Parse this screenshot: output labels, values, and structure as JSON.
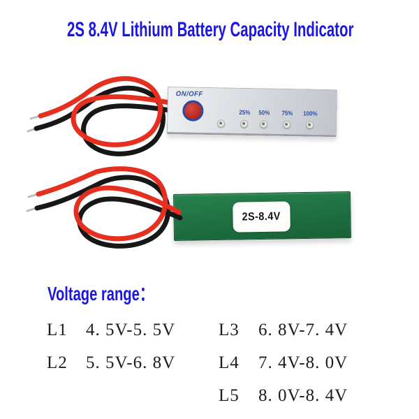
{
  "title": {
    "text": "2S 8.4V Lithium Battery Capacity Indicator"
  },
  "colors": {
    "title_blue": "#1b16e0",
    "board_label_blue": "#2b4fa0",
    "button_red": "#b5221d",
    "button_ring_blue": "#2b4a9b",
    "board_silver": "#d5d8dd",
    "pcb_green": "#1e6f40",
    "wire_red": "#e5301f",
    "wire_black": "#171717",
    "sticker_white": "#fdfdfc",
    "table_text": "#1c1c1c"
  },
  "front_board": {
    "power_label": "ON/OFF",
    "led_count": 5,
    "led_percent_labels": [
      "25%",
      "50%",
      "75%",
      "100%"
    ]
  },
  "back_board": {
    "sticker_label": "2S-8.4V"
  },
  "voltage_range": {
    "heading": "Voltage range：",
    "left_rows": [
      {
        "level": "L1",
        "range": "4. 5V-5. 5V"
      },
      {
        "level": "L2",
        "range": "5. 5V-6. 8V"
      }
    ],
    "right_rows": [
      {
        "level": "L3",
        "range": "6. 8V-7. 4V"
      },
      {
        "level": "L4",
        "range": "7. 4V-8. 0V"
      },
      {
        "level": "L5",
        "range": "8. 0V-8. 4V"
      }
    ]
  }
}
